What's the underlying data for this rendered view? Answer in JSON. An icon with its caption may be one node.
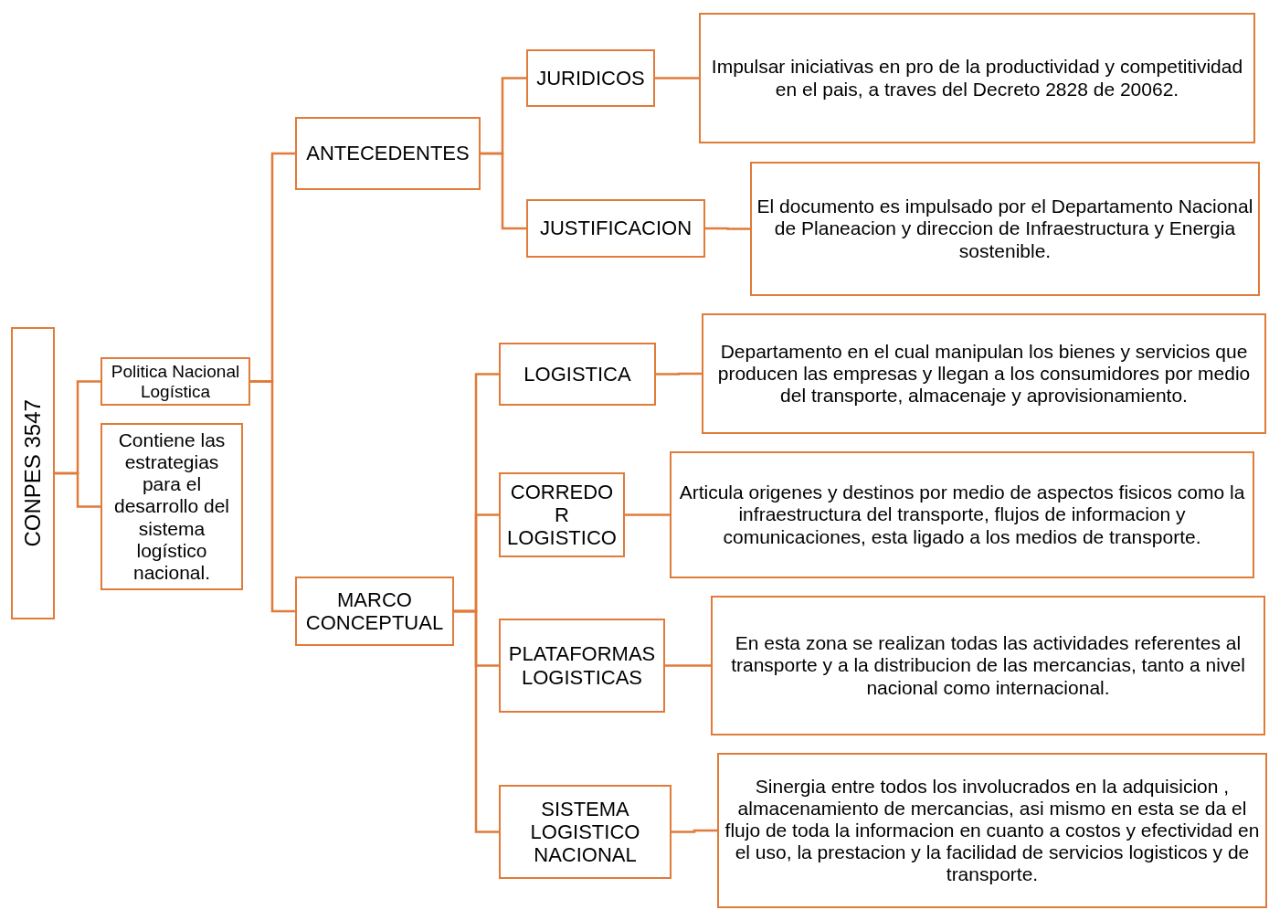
{
  "diagram": {
    "nodes": [
      {
        "text": [
          "CONPES 3547"
        ]
      },
      {
        "text": [
          "Politica Nacional Logística"
        ]
      },
      {
        "text": [
          "Contiene las estrategias para el desarrollo del sistema logístico nacional."
        ]
      },
      {
        "text": [
          "ANTECEDENTES"
        ]
      },
      {
        "text": [
          "MARCO CONCEPTUAL"
        ]
      },
      {
        "text": [
          "JURIDICOS"
        ]
      },
      {
        "text": [
          "Impulsar iniciativas en pro de la productividad y competitividad en el pais, a traves del Decreto 2828 de 20062."
        ]
      },
      {
        "text": [
          "JUSTIFICACION"
        ]
      },
      {
        "text": [
          "El documento es impulsado por el Departamento Nacional de Planeacion y direccion de Infraestructura y Energia sostenible."
        ]
      },
      {
        "text": [
          "LOGISTICA"
        ]
      },
      {
        "text": [
          "Departamento en el cual manipulan los bienes y servicios que producen las empresas y llegan a los consumidores por medio del transporte, almacenaje y aprovisionamiento."
        ]
      },
      {
        "text": [
          "CORREDO R LOGISTICO"
        ]
      },
      {
        "text": [
          "Articula origenes y destinos por medio de aspectos fisicos como la infraestructura del transporte, flujos de informacion y comunicaciones, esta ligado a los medios de transporte."
        ]
      },
      {
        "text": [
          "PLATAFORMAS LOGISTICAS"
        ]
      },
      {
        "text": [
          "En esta zona se realizan todas las actividades referentes al transporte y a la distribucion de las mercancias, tanto a nivel nacional como internacional."
        ]
      },
      {
        "text": [
          "SISTEMA LOGISTICO NACIONAL"
        ]
      },
      {
        "text": [
          "Sinergia entre todos los involucrados en la adquisicion , almacenamiento de mercancias, asi mismo en esta se da el flujo de toda la informacion en cuanto a costos y efectividad en el uso, la prestacion y la facilidad de servicios logisticos y de transporte."
        ]
      }
    ],
    "edges": [
      {
        "from": 0,
        "to": 1,
        "arrow": "none"
      },
      {
        "from": 0,
        "to": 2,
        "arrow": "none"
      },
      {
        "from": 1,
        "to": 3,
        "arrow": "none"
      },
      {
        "from": 1,
        "to": 4,
        "arrow": "none"
      },
      {
        "from": 3,
        "to": 5,
        "arrow": "none"
      },
      {
        "from": 3,
        "to": 7,
        "arrow": "none"
      },
      {
        "from": 5,
        "to": 6,
        "arrow": "none"
      },
      {
        "from": 7,
        "to": 8,
        "arrow": "none"
      },
      {
        "from": 4,
        "to": 9,
        "arrow": "none"
      },
      {
        "from": 4,
        "to": 11,
        "arrow": "none"
      },
      {
        "from": 4,
        "to": 13,
        "arrow": "none"
      },
      {
        "from": 4,
        "to": 15,
        "arrow": "none"
      },
      {
        "from": 9,
        "to": 10,
        "arrow": "none"
      },
      {
        "from": 11,
        "to": 12,
        "arrow": "none"
      },
      {
        "from": 13,
        "to": 14,
        "arrow": "none"
      },
      {
        "from": 15,
        "to": 16,
        "arrow": "none"
      }
    ]
  }
}
